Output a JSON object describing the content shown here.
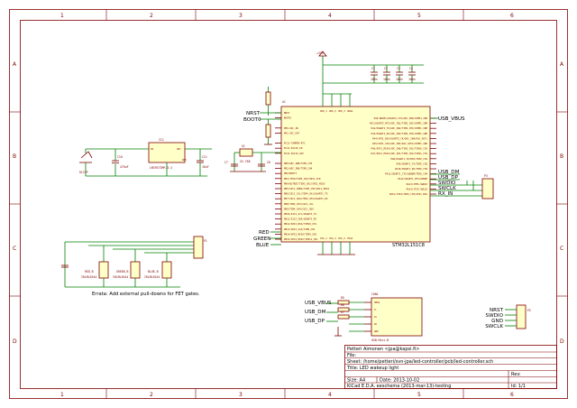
{
  "sheet": {
    "columns": [
      "1",
      "2",
      "3",
      "4",
      "5",
      "6"
    ],
    "rows": [
      "A",
      "B",
      "C",
      "D"
    ]
  },
  "title_block": {
    "author": "Petteri Aimonen <jpa@kapsi.fi>",
    "file_label": "File:",
    "sheet_path": "Sheet: /home/petteri/svn-jpa/led-controller/pcb/led-controller.sch",
    "title": "Title: LED wakeup light",
    "size": "Size: A4",
    "date": "Date: 2013-10-02",
    "rev": "Rev:",
    "kicad": "KiCad E.D.A.  eeschema (2013-mar-13)-testing",
    "id": "Id: 1/1"
  },
  "mcu": {
    "ref": "U1",
    "part": "STM32L151C8",
    "left_pins": [
      "NRST",
      "BOOT0",
      "",
      "PH0-OSC_IN",
      "PH1-OSC_OUT",
      "",
      "PC13-TAMPER-RTC",
      "PC14-OSC32_IN",
      "PC15-OSC32_OUT",
      "",
      "PB0/ADC_IN8/TIM3_CH3",
      "PB1/ADC_IN9/TIM3_CH4",
      "PB2/BOOT1",
      "PB3/JTDO/TIM2_CH2/SPI1_SCK",
      "PB4/NJTRST/TIM3_CH1/SPI1_MISO",
      "PB5/I2C1_SMBA/TIM3_CH2/SPI1_MOSI",
      "PB6/I2C1_SCL/TIM4_CH1/USART1_TX",
      "PB7/I2C1_SDA/TIM4_CH2/USART1_RX",
      "PB8/TIM4_CH3/I2C1_SCL",
      "PB9/TIM4_CH4/I2C1_SDA",
      "PB10/I2C2_SCL/USART3_TX",
      "PB11/I2C2_SDA/USART3_RX",
      "PB12/SPI2_NSS/TIM10_CH1",
      "PB13/SPI2_SCK/TIM9_CH1",
      "PB14/SPI2_MISO/TIM9_CH2",
      "PB15/SPI2_MOSI/TIM11_CH1"
    ],
    "right_pins": [
      "PA0-WKUP1/USART2_CTS/ADC_IN0/COMP1_INP",
      "PA1/USART2_RTS/ADC_IN1/TIM2_CH2/COMP1_INP",
      "PA2/USART2_TX/ADC_IN2/TIM2_CH3/COMP1_INP",
      "PA3/USART2_RX/ADC_IN3/TIM2_CH4/COMP1_INP",
      "PA4/SPI1_NSS/USART2_CK/ADC_IN4/DAC_OUT1",
      "PA5/SPI1_SCK/ADC_IN5/DAC_OUT2/COMP1_INP",
      "PA6/SPI1_MISO/ADC_IN6/TIM3_CH1/TIM10_CH1",
      "PA7/SPI1_MOSI/ADC_IN7/TIM3_CH2/TIM11_CH1",
      "PA8/USART1_CK/MCO/TIM2_CH1",
      "PA9/USART1_TX/TIM2_CH2",
      "PA10/USART1_RX/TIM2_CH3",
      "PA11/USART1_CTS/USBDM/TIM2_CH4",
      "PA12/USART1_RTS/USBDP",
      "PA13/JTMS-SWDIO",
      "PA14/JTCK-SWCLK",
      "PA15/JTDI/TIM2_CH1/SPI1_NSS"
    ],
    "top_pins": [
      "VDD_1",
      "VDD_2",
      "VDD_3",
      "VDDA"
    ],
    "bottom_pins": [
      "VSS_1",
      "VSS_2",
      "VSS_3",
      "VSSA"
    ]
  },
  "nets": {
    "nrst": "NRST",
    "boot0": "BOOT0",
    "usb_vbus": "USB_VBUS",
    "usb_dm": "USB_DM",
    "usb_dp": "USB_DP",
    "swdio": "SWDIO",
    "swclk": "SWCLK",
    "rx_in": "RX_IN",
    "red": "RED",
    "green": "GREEN",
    "blue": "BLUE"
  },
  "power": {
    "vcc_top": "+3V3",
    "caps": [
      "C1",
      "C2",
      "C3",
      "C4"
    ],
    "cap_values": [
      "100n",
      "100n",
      "100n",
      "100n"
    ]
  },
  "regulator": {
    "ref": "IC1",
    "part": "LM2937IMP-3.3",
    "in_pin": "IN",
    "out_pin": "OUT",
    "gnd_pin": "GND",
    "jack": "DC21P",
    "cin": "C10",
    "cin_val": "470uF",
    "cout": "C11",
    "cout_val": "10uF"
  },
  "crystal": {
    "ref": "X1",
    "value": "32.768",
    "caps": [
      "C7",
      "C8"
    ]
  },
  "fets": {
    "items": [
      {
        "label": "RED_B",
        "part": "IRLML6344"
      },
      {
        "label": "GREEN_B",
        "part": "IRLML6344"
      },
      {
        "label": "BLUE_B",
        "part": "IRLML6344"
      }
    ],
    "connector": "P1",
    "note": "Errata: Add external pull-downs for FET gates."
  },
  "usb": {
    "ref": "CON1",
    "part": "USB-Mini-B",
    "pins": [
      "VBUS",
      "D-",
      "D+",
      "ID",
      "GND"
    ],
    "resistors": [
      "R5",
      "R6",
      "R7"
    ],
    "nets": [
      "USB_VBUS",
      "USB_DM",
      "USB_DP"
    ]
  },
  "swd": {
    "ref": "P2",
    "pins": [
      "NRST",
      "SWDIO",
      "GND",
      "SWCLK"
    ]
  },
  "debug_conn": {
    "ref": "P3",
    "pins": [
      "USB_DM",
      "USB_DP",
      "SWDIO",
      "SWCLK",
      "RX_IN"
    ]
  }
}
